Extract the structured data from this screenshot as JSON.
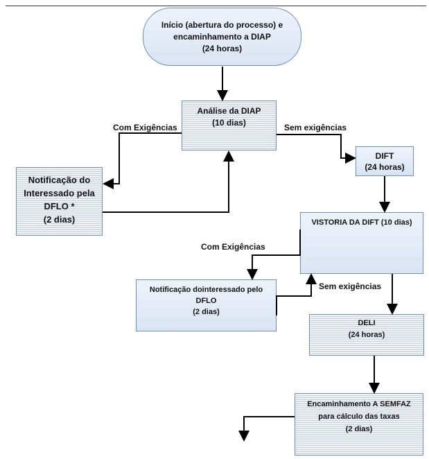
{
  "nodes": {
    "start": [
      "Início (abertura do processo) e",
      "encaminhamento a DIAP",
      "(24 horas)"
    ],
    "analise": [
      "Análise da DIAP",
      "(10 dias)"
    ],
    "notif1": [
      "Notificação do",
      "Interessado pela",
      "DFLO *",
      "(2 dias)"
    ],
    "dift": [
      "DIFT",
      "(24 horas)"
    ],
    "vistoria": [
      "VISTORIA DA DIFT (10 dias)"
    ],
    "notif2": [
      "Notificação dointeressado pelo",
      "DFLO",
      "(2 dias)"
    ],
    "deli": [
      "DELI",
      "(24 horas)"
    ],
    "semfaz": [
      "Encaminhamento A SEMFAZ",
      "para cálculo das taxas",
      "(2 dias)"
    ]
  },
  "edge_labels": {
    "com_exig_1": "Com Exigências",
    "sem_exig_1": "Sem exigências",
    "com_exig_2": "Com Exigências",
    "sem_exig_2": "Sem exigências"
  }
}
